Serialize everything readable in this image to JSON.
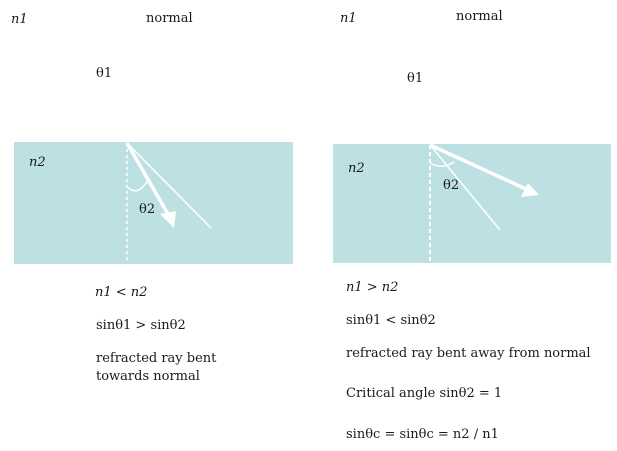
{
  "left_panel": {
    "n1_label": "n1",
    "normal_label": "normal",
    "theta1_label": "θ1",
    "n2_label": "n2",
    "theta2_label": "θ2",
    "relation": "n1 < n2",
    "sine_relation": "sinθ1 > sinθ2",
    "description_line1": "refracted ray bent",
    "description_line2": "towards normal"
  },
  "right_panel": {
    "n1_label": "n1",
    "normal_label": "normal",
    "theta1_label": "θ1",
    "n2_label": "n2",
    "theta2_label": "θ2",
    "relation": "n1 > n2",
    "sine_relation": "sinθ1 < sinθ2",
    "description": "refracted ray bent away from normal",
    "critical_angle": "Critical angle sinθ2 = 1",
    "critical_formula": "sinθc = sinθc = n2 / n1"
  },
  "colors": {
    "medium": "#bde0e2",
    "ray": "#ffffff",
    "normal_line": "#ffffff"
  }
}
